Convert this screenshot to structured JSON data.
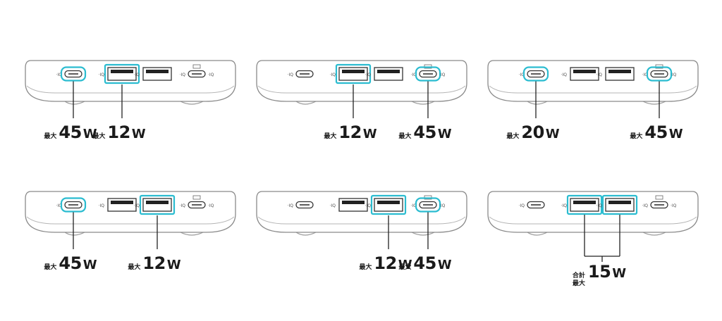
{
  "colors": {
    "highlight": "#2bbcd0",
    "outline": "#555555",
    "body_fill": "#ffffff"
  },
  "port_marker": "IQ",
  "panels": [
    {
      "name": "top-left",
      "ports": [
        "usb-c",
        "usb-a",
        "usb-a",
        "usb-c"
      ],
      "highlighted": [
        0,
        1
      ],
      "callouts": [
        {
          "port": 0,
          "prefix": "最大",
          "value": "45",
          "unit": "W"
        },
        {
          "port": 1,
          "prefix": "最大",
          "value": "12",
          "unit": "W"
        }
      ]
    },
    {
      "name": "top-middle",
      "ports": [
        "usb-c",
        "usb-a",
        "usb-a",
        "usb-c"
      ],
      "highlighted": [
        1,
        3
      ],
      "callouts": [
        {
          "port": 1,
          "prefix": "最大",
          "value": "12",
          "unit": "W"
        },
        {
          "port": 3,
          "prefix": "最大",
          "value": "45",
          "unit": "W"
        }
      ]
    },
    {
      "name": "top-right",
      "ports": [
        "usb-c",
        "usb-a",
        "usb-a",
        "usb-c"
      ],
      "highlighted": [
        0,
        3
      ],
      "callouts": [
        {
          "port": 0,
          "prefix": "最大",
          "value": "20",
          "unit": "W"
        },
        {
          "port": 3,
          "prefix": "最大",
          "value": "45",
          "unit": "W"
        }
      ]
    },
    {
      "name": "bottom-left",
      "ports": [
        "usb-c",
        "usb-a",
        "usb-a",
        "usb-c"
      ],
      "highlighted": [
        0,
        2
      ],
      "callouts": [
        {
          "port": 0,
          "prefix": "最大",
          "value": "45",
          "unit": "W"
        },
        {
          "port": 2,
          "prefix": "最大",
          "value": "12",
          "unit": "W"
        }
      ]
    },
    {
      "name": "bottom-middle",
      "ports": [
        "usb-c",
        "usb-a",
        "usb-a",
        "usb-c"
      ],
      "highlighted": [
        2,
        3
      ],
      "callouts": [
        {
          "port": 2,
          "prefix": "最大",
          "value": "12",
          "unit": "W"
        },
        {
          "port": 3,
          "prefix": "最大",
          "value": "45",
          "unit": "W"
        }
      ]
    },
    {
      "name": "bottom-right",
      "ports": [
        "usb-c",
        "usb-a",
        "usb-a",
        "usb-c"
      ],
      "highlighted": [
        1,
        2
      ],
      "callouts": [
        {
          "port": "1+2",
          "prefix_lines": [
            "合計",
            "最大"
          ],
          "value": "15",
          "unit": "W"
        }
      ]
    }
  ]
}
